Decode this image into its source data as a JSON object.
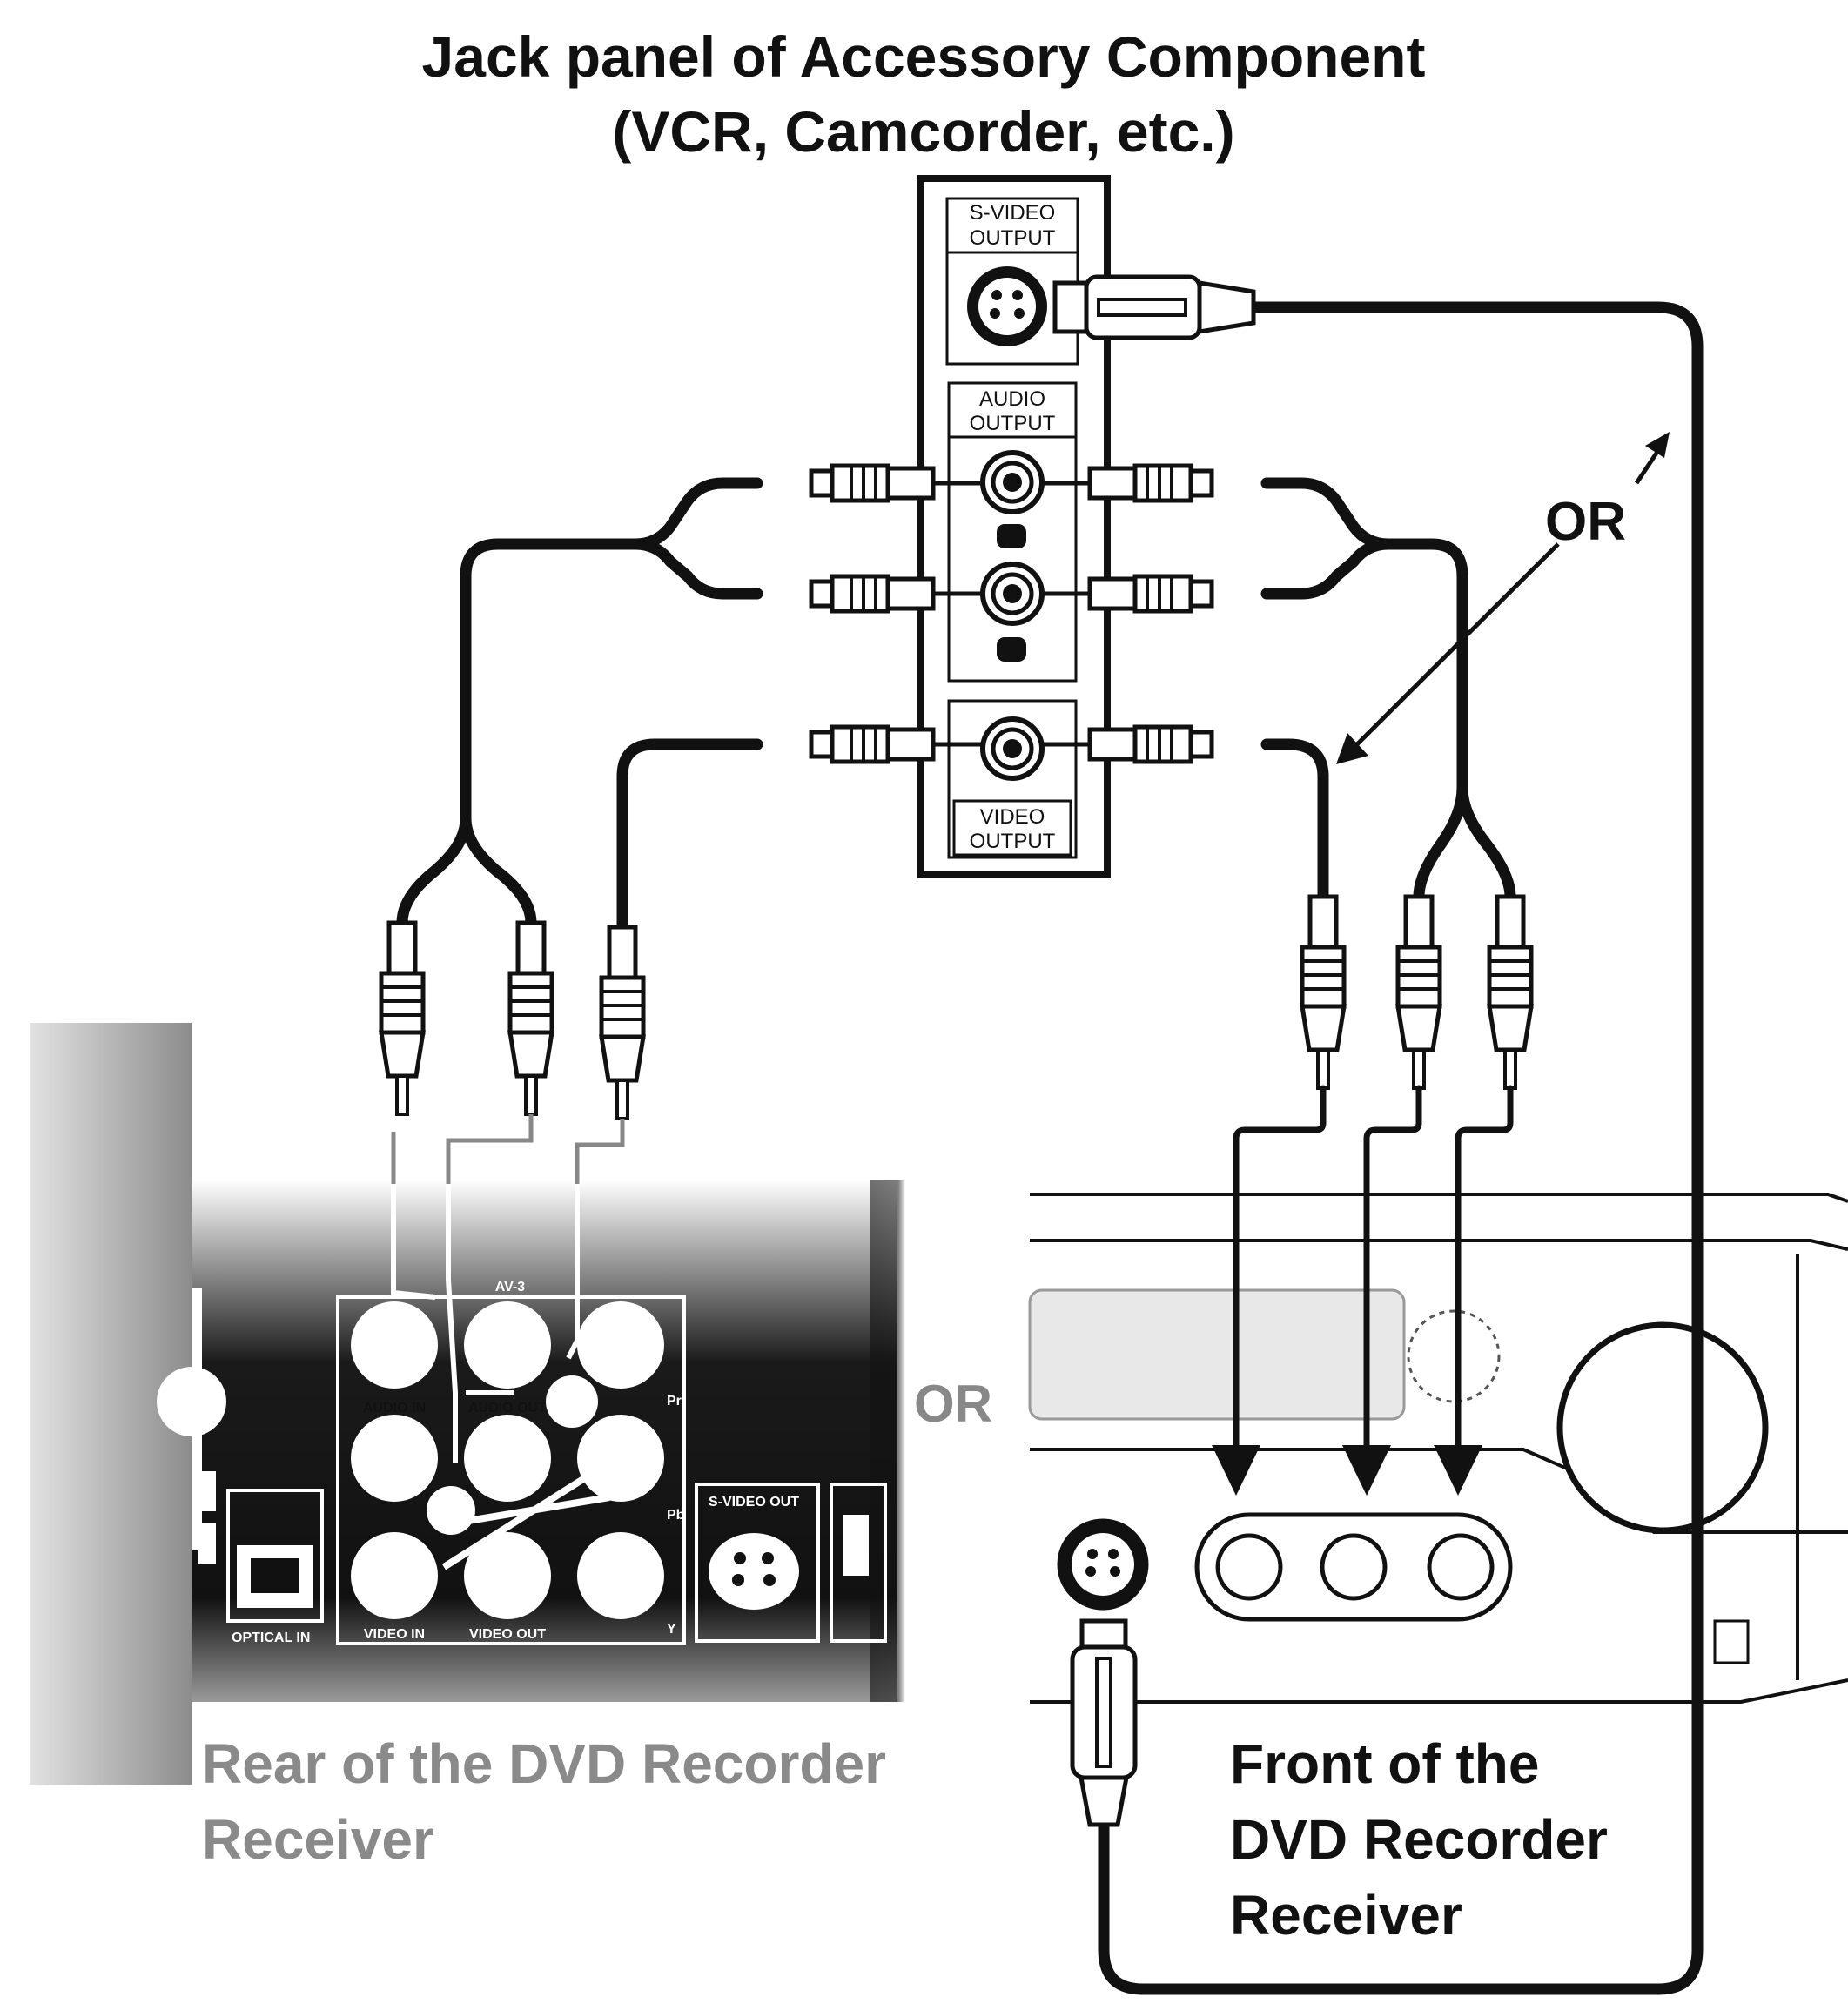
{
  "title": {
    "line1": "Jack panel of Accessory Component",
    "line2": "(VCR, Camcorder, etc.)"
  },
  "accessory_panel": {
    "svideo_label_1": "S-VIDEO",
    "svideo_label_2": "OUTPUT",
    "audio_label_1": "AUDIO",
    "audio_label_2": "OUTPUT",
    "video_label_1": "VIDEO",
    "video_label_2": "OUTPUT"
  },
  "or_upper": "OR",
  "or_middle": "OR",
  "rear_panel": {
    "group_label": "AV-3",
    "audio_in": "AUDIO IN",
    "audio_out": "AUDIO OUT",
    "video_in": "VIDEO IN",
    "video_out": "VIDEO OUT",
    "pr": "Pr",
    "pb": "Pb",
    "y": "Y",
    "svideo_out": "S-VIDEO OUT",
    "optical_in": "OPTICAL IN"
  },
  "rear_caption": {
    "line1": "Rear of the DVD Recorder",
    "line2": "Receiver"
  },
  "front_caption": {
    "line1": "Front of the",
    "line2": "DVD Recorder",
    "line3": "Receiver"
  }
}
